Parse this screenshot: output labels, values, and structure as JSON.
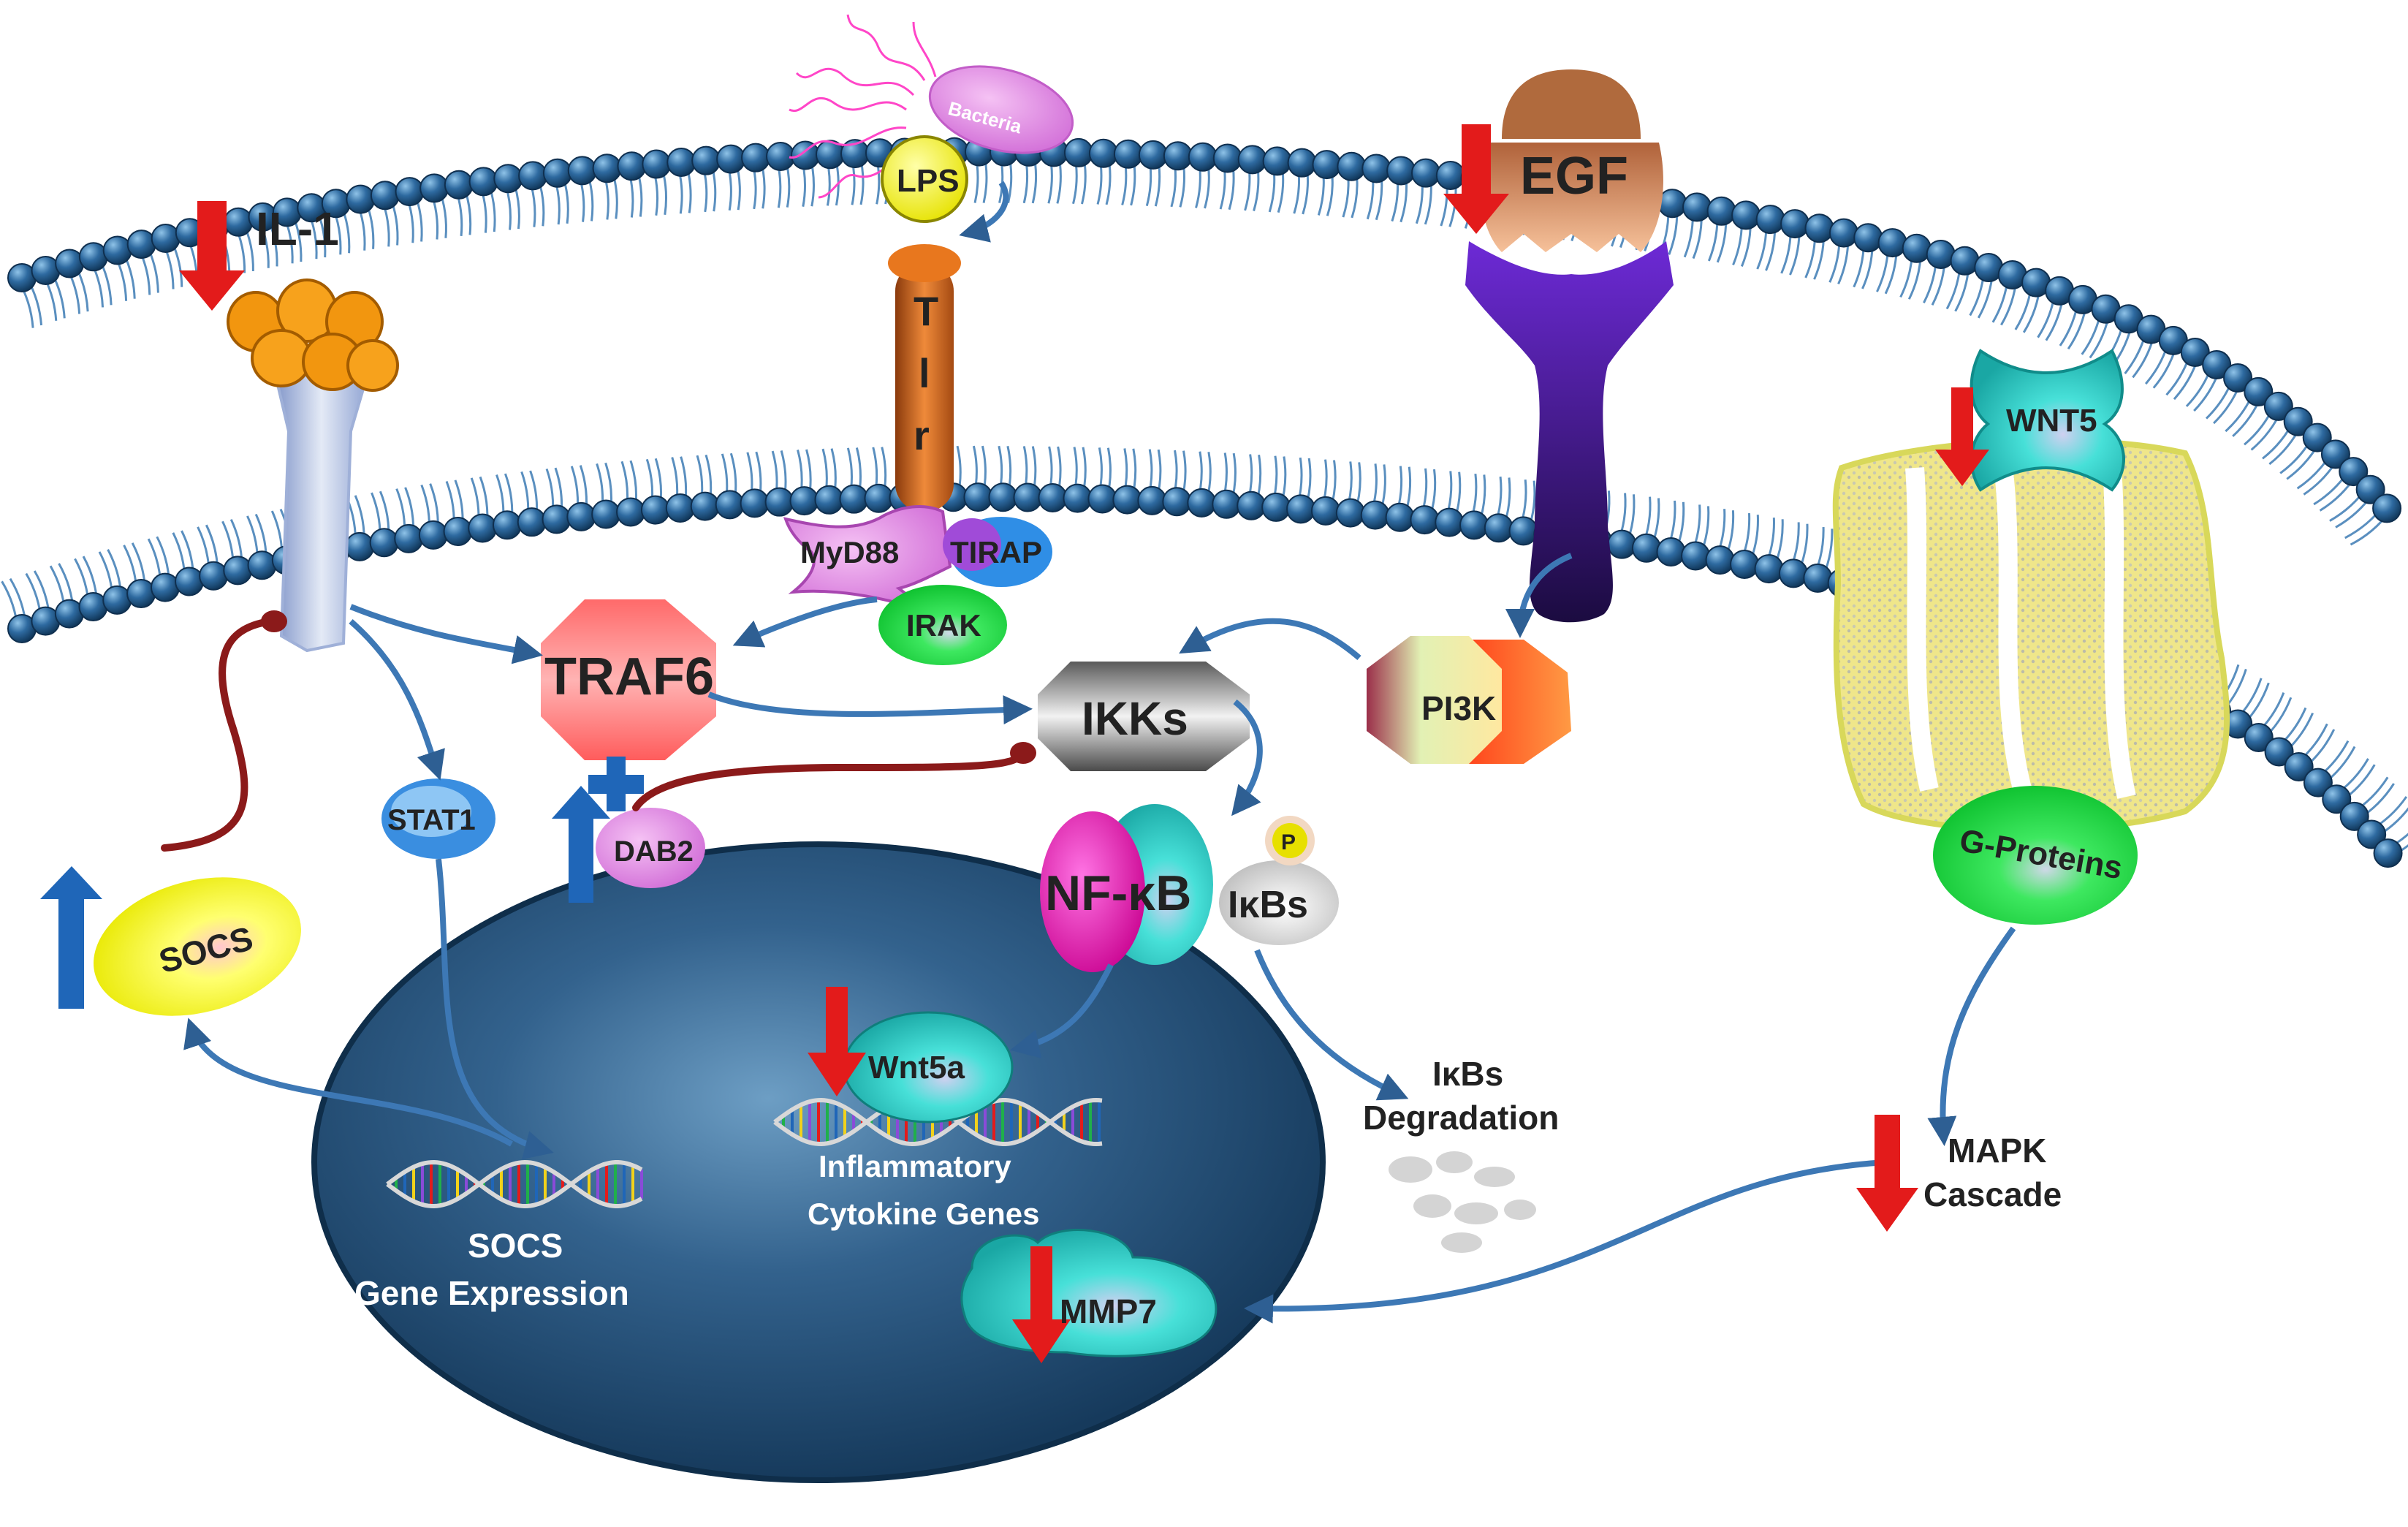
{
  "labels": {
    "il1": "IL-1",
    "bacteria": "Bacteria",
    "lps": "LPS",
    "tlr_t": "T",
    "tlr_l": "l",
    "tlr_r": "r",
    "egf": "EGF",
    "wnt5": "WNT5",
    "myd88": "MyD88",
    "tirap": "TIRAP",
    "irak": "IRAK",
    "traf6": "TRAF6",
    "ikks": "IKKs",
    "pi3k": "PI3K",
    "stat1": "STAT1",
    "dab2": "DAB2",
    "socs": "SOCS",
    "nfkb": "NF-κB",
    "p": "P",
    "ikbs": "IκBs",
    "gproteins": "G-Proteins",
    "wnt5a": "Wnt5a",
    "ikbs_deg_1": "IκBs",
    "ikbs_deg_2": "Degradation",
    "mapk_1": "MAPK",
    "mapk_2": "Cascade",
    "socs_gene_1": "SOCS",
    "socs_gene_2": "Gene Expression",
    "inflam_1": "Inflammatory",
    "inflam_2": "Cytokine Genes",
    "mmp7": "MMP7"
  },
  "colors": {
    "arrow_down": "#e31b1b",
    "arrow_up": "#1f66b8",
    "pathway_arrow": "#3d78b5",
    "inhibit": "#8b1a1a",
    "nucleus": "#2a577f",
    "membrane_head": "#2e6aa0"
  },
  "regulation": {
    "il1": "down",
    "egf": "down",
    "wnt5": "down",
    "socs": "up",
    "dab2": "up",
    "wnt5a": "down",
    "mapk": "down",
    "mmp7": "down"
  }
}
